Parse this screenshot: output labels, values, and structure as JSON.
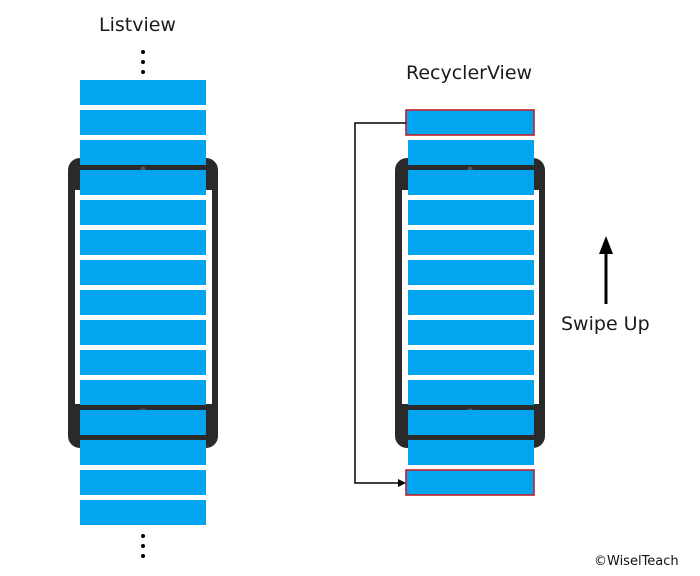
{
  "listview": {
    "title": "Listview"
  },
  "recyclerview": {
    "title": "RecyclerView"
  },
  "gesture": {
    "label": "Swipe Up"
  },
  "credit": "©WiselTeach",
  "colors": {
    "item": "#03a5f0",
    "phone_body": "#2a2a2a",
    "screen": "#ffffff",
    "recycled_border": "#c0202a",
    "arrow": "#000000"
  },
  "icons": [
    "ellipsis-vertical-icon",
    "arrow-up-icon",
    "arrow-right-icon"
  ]
}
